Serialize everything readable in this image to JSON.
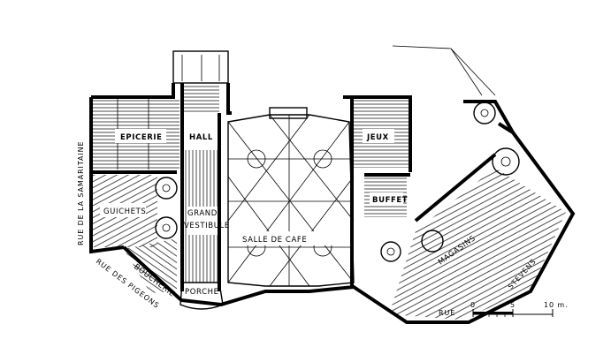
{
  "rooms": {
    "epicerie": "EPICERIE",
    "hall": "HALL",
    "jeux": "JEUX",
    "guichets": "GUICHETS",
    "grand": "GRAND",
    "vestibule": "VESTIBULE",
    "buffet": "BUFFET",
    "salle": "SALLE   DE   CAFE",
    "magasins": "MAGASINS",
    "boucherie": "BOUCHERIE",
    "porche": "PORCHE"
  },
  "streets": {
    "samaritaine": "RUE DE LA SAMARITAINE",
    "pigeons": "RUE DES PIGEONS",
    "rue": "RUE",
    "stevens": "STEVENS"
  },
  "scale": {
    "t0": "0",
    "t5": "5",
    "t10": "10 m."
  }
}
